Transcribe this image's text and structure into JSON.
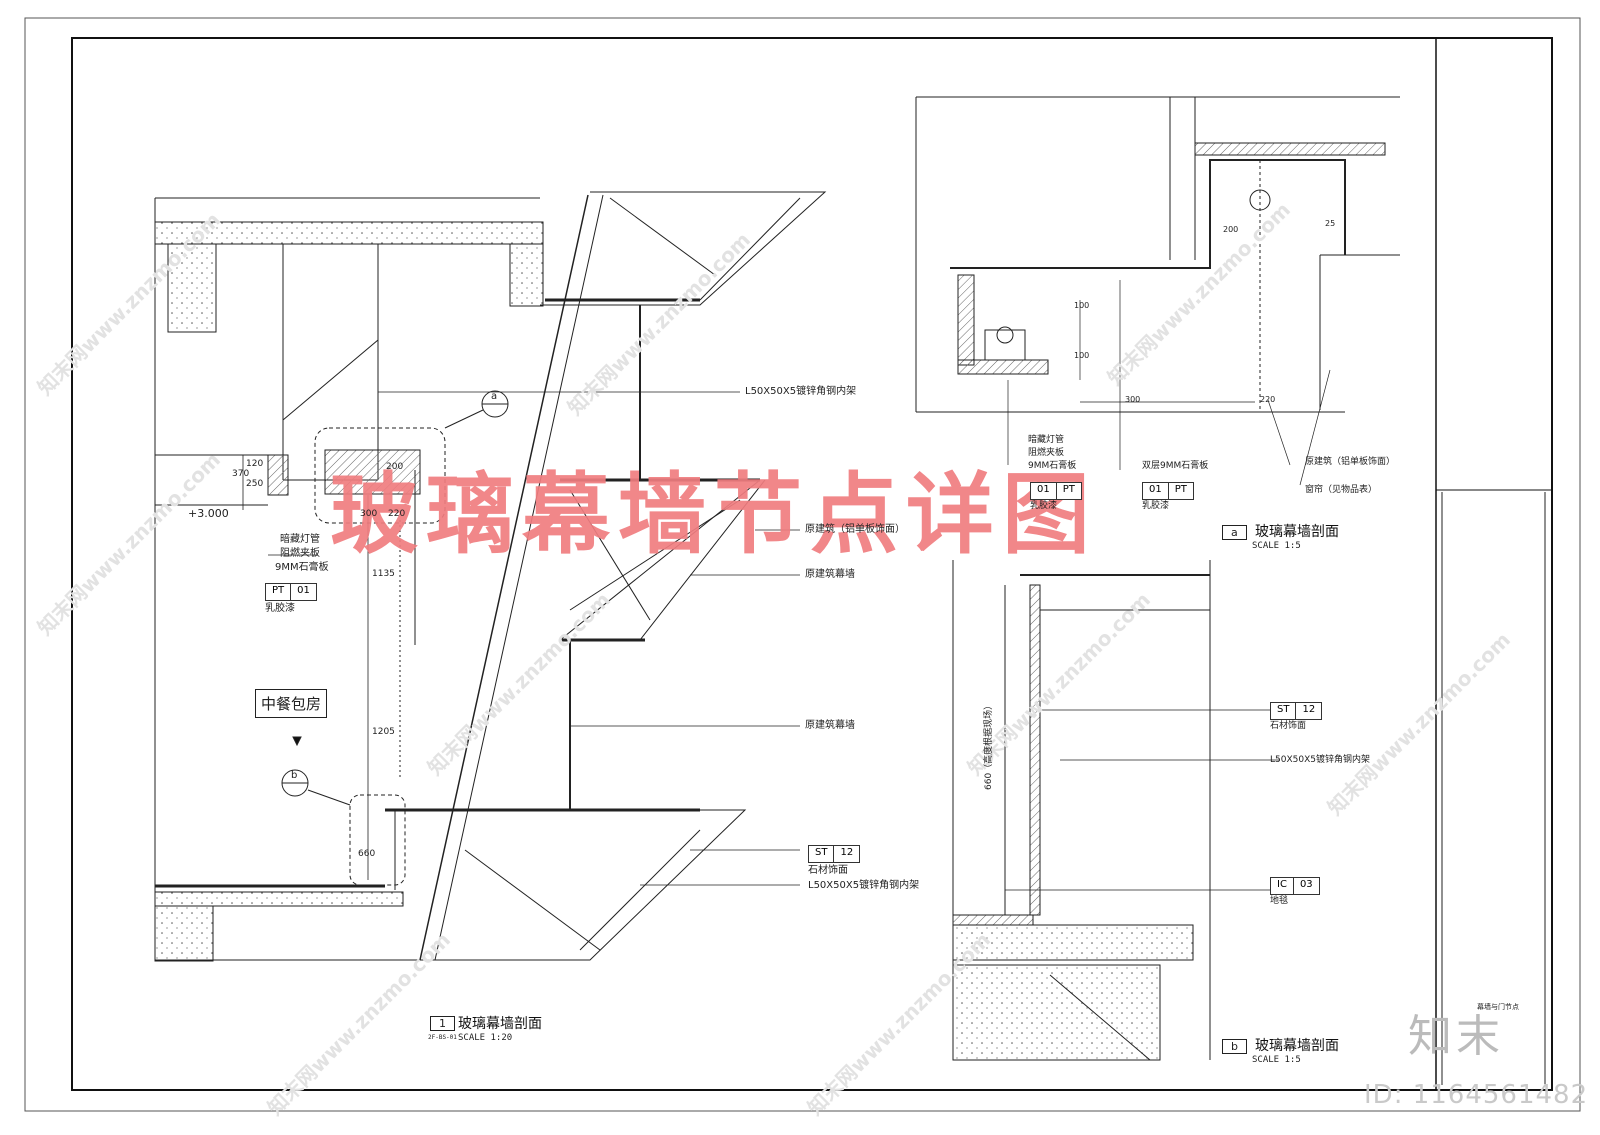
{
  "title": "玻璃幕墙节点详图",
  "room_label": "中餐包房",
  "elevation": "+3.000",
  "watermark": "知末网www.znzmo.com",
  "logo": "知末",
  "id_text": "ID: 1164561482",
  "titleblock_small": "幕墙与门节点",
  "sections": [
    {
      "number": "1",
      "title": "玻璃幕墙剖面",
      "scale": "SCALE 1:20",
      "ref": "2F-BS-01"
    },
    {
      "number": "a",
      "title": "玻璃幕墙剖面",
      "scale": "SCALE 1:5"
    },
    {
      "number": "b",
      "title": "玻璃幕墙剖面",
      "scale": "SCALE 1:5"
    }
  ],
  "callout_a": "a",
  "callout_b": "b",
  "notes_main": {
    "frame_top": "L50X50X5镀锌角钢内架",
    "orig_alum": "原建筑（铝单板饰面）",
    "orig_curtain_1": "原建筑幕墙",
    "orig_curtain_2": "原建筑幕墙",
    "stone": "石材饰面",
    "frame_bottom": "L50X50X5镀锌角钢内架",
    "light": "暗藏灯管",
    "board": "阻燃夹板",
    "gypsum": "9MM石膏板",
    "latex": "乳胶漆"
  },
  "notes_a": {
    "light": "暗藏灯管",
    "board": "阻燃夹板",
    "gypsum": "9MM石膏板",
    "double_gypsum": "双层9MM石膏板",
    "latex_1": "乳胶漆",
    "latex_2": "乳胶漆",
    "orig_alum": "原建筑（铝单板饰面）",
    "curtain": "窗帘（见物品表）"
  },
  "notes_b": {
    "stone": "石材饰面",
    "frame": "L50X50X5镀锌角钢内架",
    "carpet": "地毯",
    "height_note": "660（高度根据现场）"
  },
  "tags": {
    "pt_main": [
      "PT",
      "01"
    ],
    "st_main": [
      "ST",
      "12"
    ],
    "pt_a1": [
      "01",
      "PT"
    ],
    "pt_a2": [
      "01",
      "PT"
    ],
    "st_b": [
      "ST",
      "12"
    ],
    "ic_b": [
      "IC",
      "03"
    ]
  },
  "dims": {
    "d370": "370",
    "d250": "250",
    "d120": "120",
    "d1135": "1135",
    "d1205": "1205",
    "d660": "660",
    "d300": "300",
    "d220": "220",
    "d200": "200",
    "a100a": "100",
    "a100b": "100",
    "a300": "300",
    "a220": "220",
    "a200": "200",
    "a25": "25"
  },
  "colors": {
    "title": "#f07d80",
    "line": "#222222",
    "hatch": "#555555"
  }
}
